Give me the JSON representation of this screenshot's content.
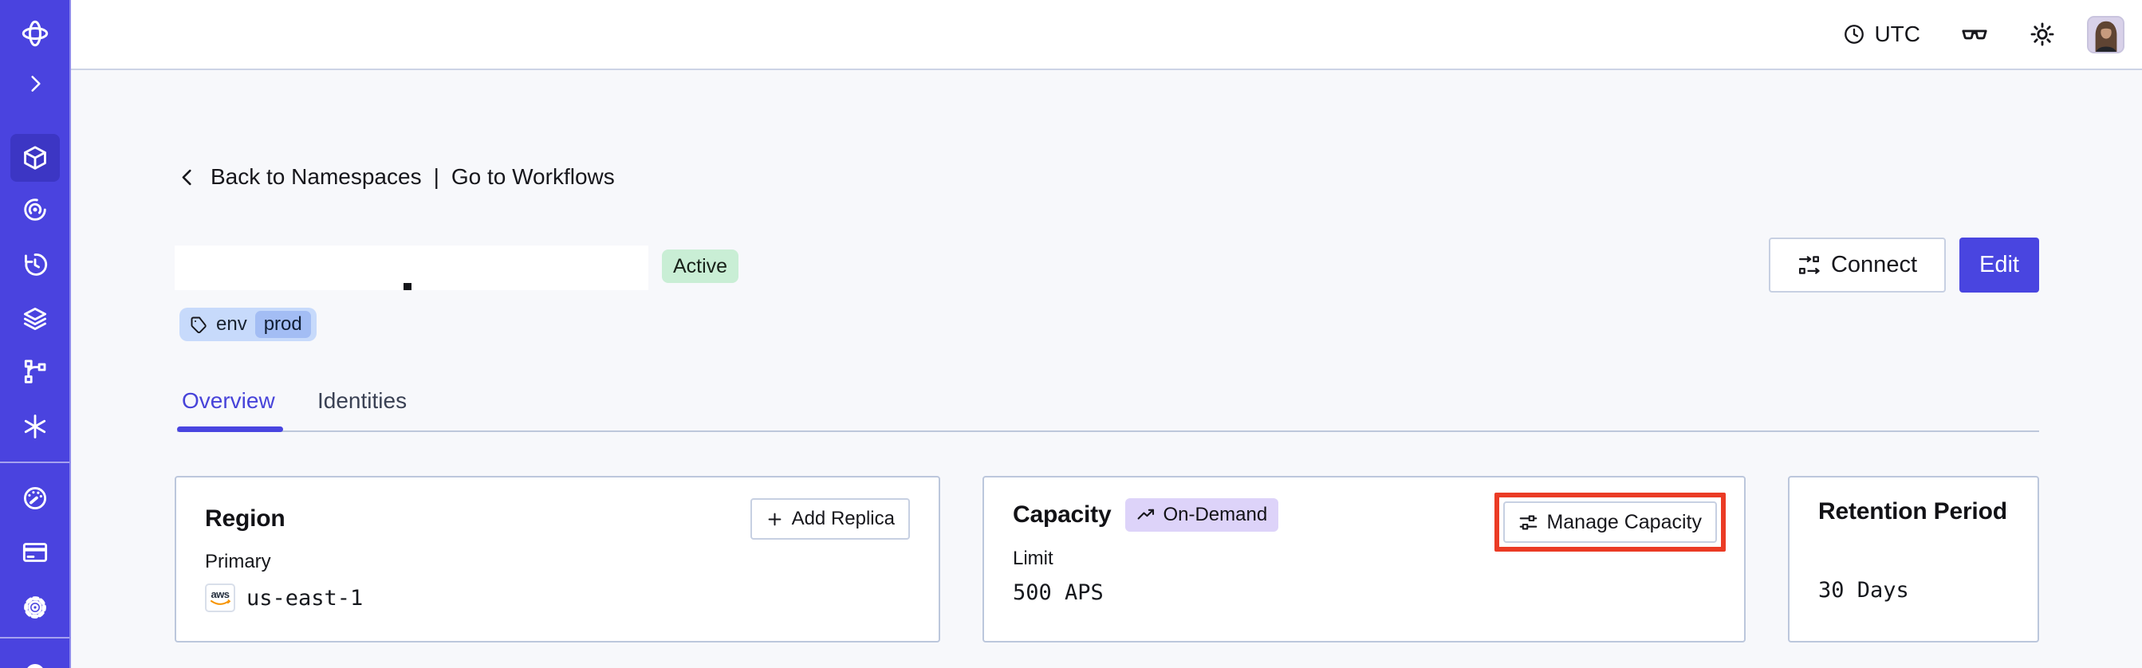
{
  "topbar": {
    "timezone": "UTC"
  },
  "sidebar": {
    "icons": [
      "temporal-logo",
      "chevron-right",
      "cube",
      "spiral",
      "history-clock",
      "layers",
      "branch",
      "asterisk",
      "gauge",
      "credit-card",
      "gear",
      "circle-partial"
    ],
    "active_icon": "cube"
  },
  "breadcrumb": {
    "back": "Back to Namespaces",
    "separator": "|",
    "workflows": "Go to Workflows"
  },
  "namespace": {
    "status": "Active",
    "tag": {
      "key": "env",
      "value": "prod"
    }
  },
  "actions": {
    "connect": "Connect",
    "edit": "Edit"
  },
  "tabs": {
    "overview": "Overview",
    "identities": "Identities"
  },
  "cards": {
    "region": {
      "title": "Region",
      "add_replica": "Add Replica",
      "primary_label": "Primary",
      "provider": "aws",
      "value": "us-east-1"
    },
    "capacity": {
      "title": "Capacity",
      "badge": "On-Demand",
      "manage": "Manage Capacity",
      "limit_label": "Limit",
      "value": "500 APS"
    },
    "retention": {
      "title": "Retention Period",
      "value": "30 Days"
    }
  },
  "colors": {
    "sidebar": "#4A43DF",
    "sidebar_active": "#3C36C4",
    "accent_indigo": "#4945E0",
    "active_badge_bg": "#C9EED5",
    "tag_bg": "#C7DAFB",
    "tag_chip_bg": "#A3BDF4",
    "on_demand_bg": "#DDD3F9",
    "annotation_red": "#EB3B25",
    "aws_orange": "#F79400"
  }
}
